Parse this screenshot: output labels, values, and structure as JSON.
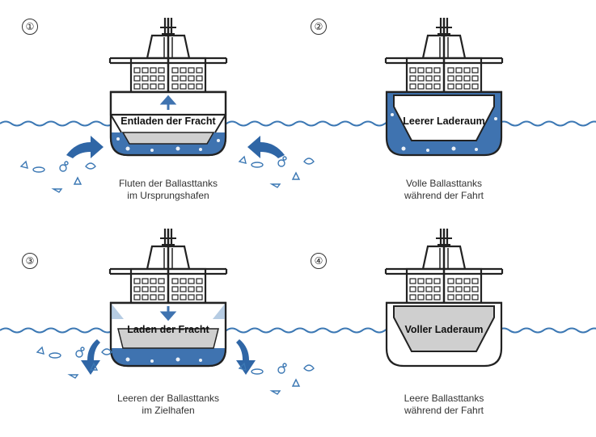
{
  "colors": {
    "water": "#3c78b4",
    "ballast": "#3f73b0",
    "cargo": "#cfcfcf",
    "outline": "#222222",
    "ballast_light": "#b6cce3"
  },
  "panels": [
    {
      "step": "①",
      "hold_text": "Entladen der Fracht",
      "caption": [
        "Fluten der Ballasttanks",
        "im Ursprungshafen"
      ]
    },
    {
      "step": "②",
      "hold_text": "Leerer Laderaum",
      "caption": [
        "Volle Ballasttanks",
        "während der Fahrt"
      ]
    },
    {
      "step": "③",
      "hold_text": "Laden der Fracht",
      "caption": [
        "Leeren der Ballasttanks",
        "im Zielhafen"
      ]
    },
    {
      "step": "④",
      "hold_text": "Voller Laderaum",
      "caption": [
        "Leere Ballasttanks",
        "während der Fahrt"
      ]
    }
  ]
}
